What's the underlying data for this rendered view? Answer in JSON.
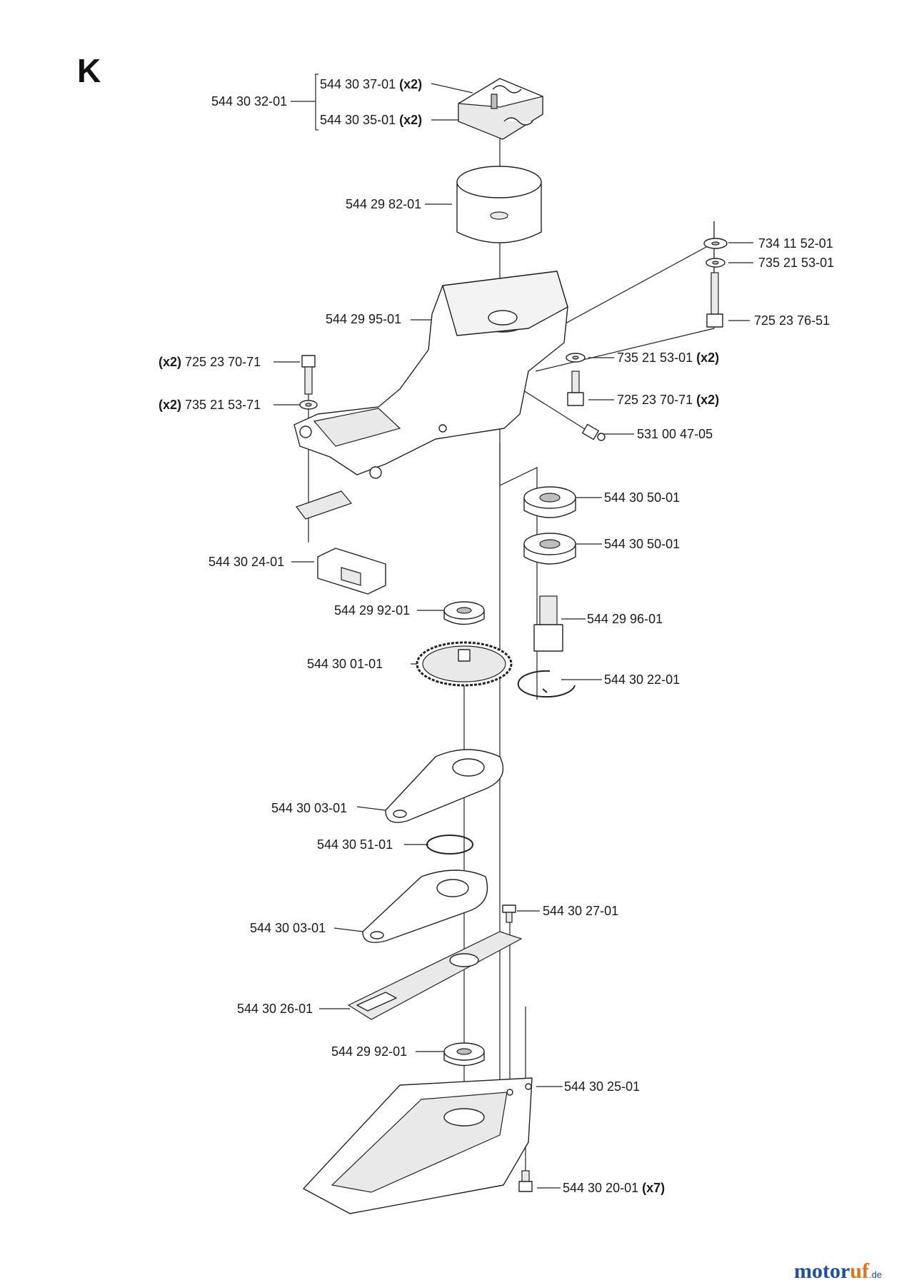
{
  "section_letter": "K",
  "parts": [
    {
      "id": "p01",
      "number": "544 30 32-01",
      "qty": ""
    },
    {
      "id": "p02",
      "number": "544 30 37-01",
      "qty": "(x2)"
    },
    {
      "id": "p03",
      "number": "544 30 35-01",
      "qty": "(x2)"
    },
    {
      "id": "p04",
      "number": "544 29 82-01",
      "qty": ""
    },
    {
      "id": "p05",
      "number": "734 11 52-01",
      "qty": ""
    },
    {
      "id": "p06",
      "number": "735 21 53-01",
      "qty": ""
    },
    {
      "id": "p07",
      "number": "725 23 76-51",
      "qty": ""
    },
    {
      "id": "p08",
      "number": "544 29 95-01",
      "qty": ""
    },
    {
      "id": "p09",
      "number": "725 23 70-71",
      "qty": "(x2)"
    },
    {
      "id": "p10",
      "number": "735 21 53-01",
      "qty": "(x2)"
    },
    {
      "id": "p11",
      "number": "735 21 53-71",
      "qty": "(x2)"
    },
    {
      "id": "p12",
      "number": "725 23 70-71",
      "qty": "(x2)"
    },
    {
      "id": "p13",
      "number": "531 00 47-05",
      "qty": ""
    },
    {
      "id": "p14",
      "number": "544 30 50-01",
      "qty": ""
    },
    {
      "id": "p15",
      "number": "544 30 50-01",
      "qty": ""
    },
    {
      "id": "p16",
      "number": "544 30 24-01",
      "qty": ""
    },
    {
      "id": "p17",
      "number": "544 29 92-01",
      "qty": ""
    },
    {
      "id": "p18",
      "number": "544 29 96-01",
      "qty": ""
    },
    {
      "id": "p19",
      "number": "544 30 01-01",
      "qty": ""
    },
    {
      "id": "p20",
      "number": "544 30 22-01",
      "qty": ""
    },
    {
      "id": "p21",
      "number": "544 30 03-01",
      "qty": ""
    },
    {
      "id": "p22",
      "number": "544 30 51-01",
      "qty": ""
    },
    {
      "id": "p23",
      "number": "544 30 03-01",
      "qty": ""
    },
    {
      "id": "p24",
      "number": "544 30 27-01",
      "qty": ""
    },
    {
      "id": "p25",
      "number": "544 30 26-01",
      "qty": ""
    },
    {
      "id": "p26",
      "number": "544 29 92-01",
      "qty": ""
    },
    {
      "id": "p27",
      "number": "544 30 25-01",
      "qty": ""
    },
    {
      "id": "p28",
      "number": "544 30 20-01",
      "qty": "(x7)"
    }
  ],
  "watermark": {
    "main": "motor",
    "accent": "uf",
    "suffix": ".de"
  }
}
